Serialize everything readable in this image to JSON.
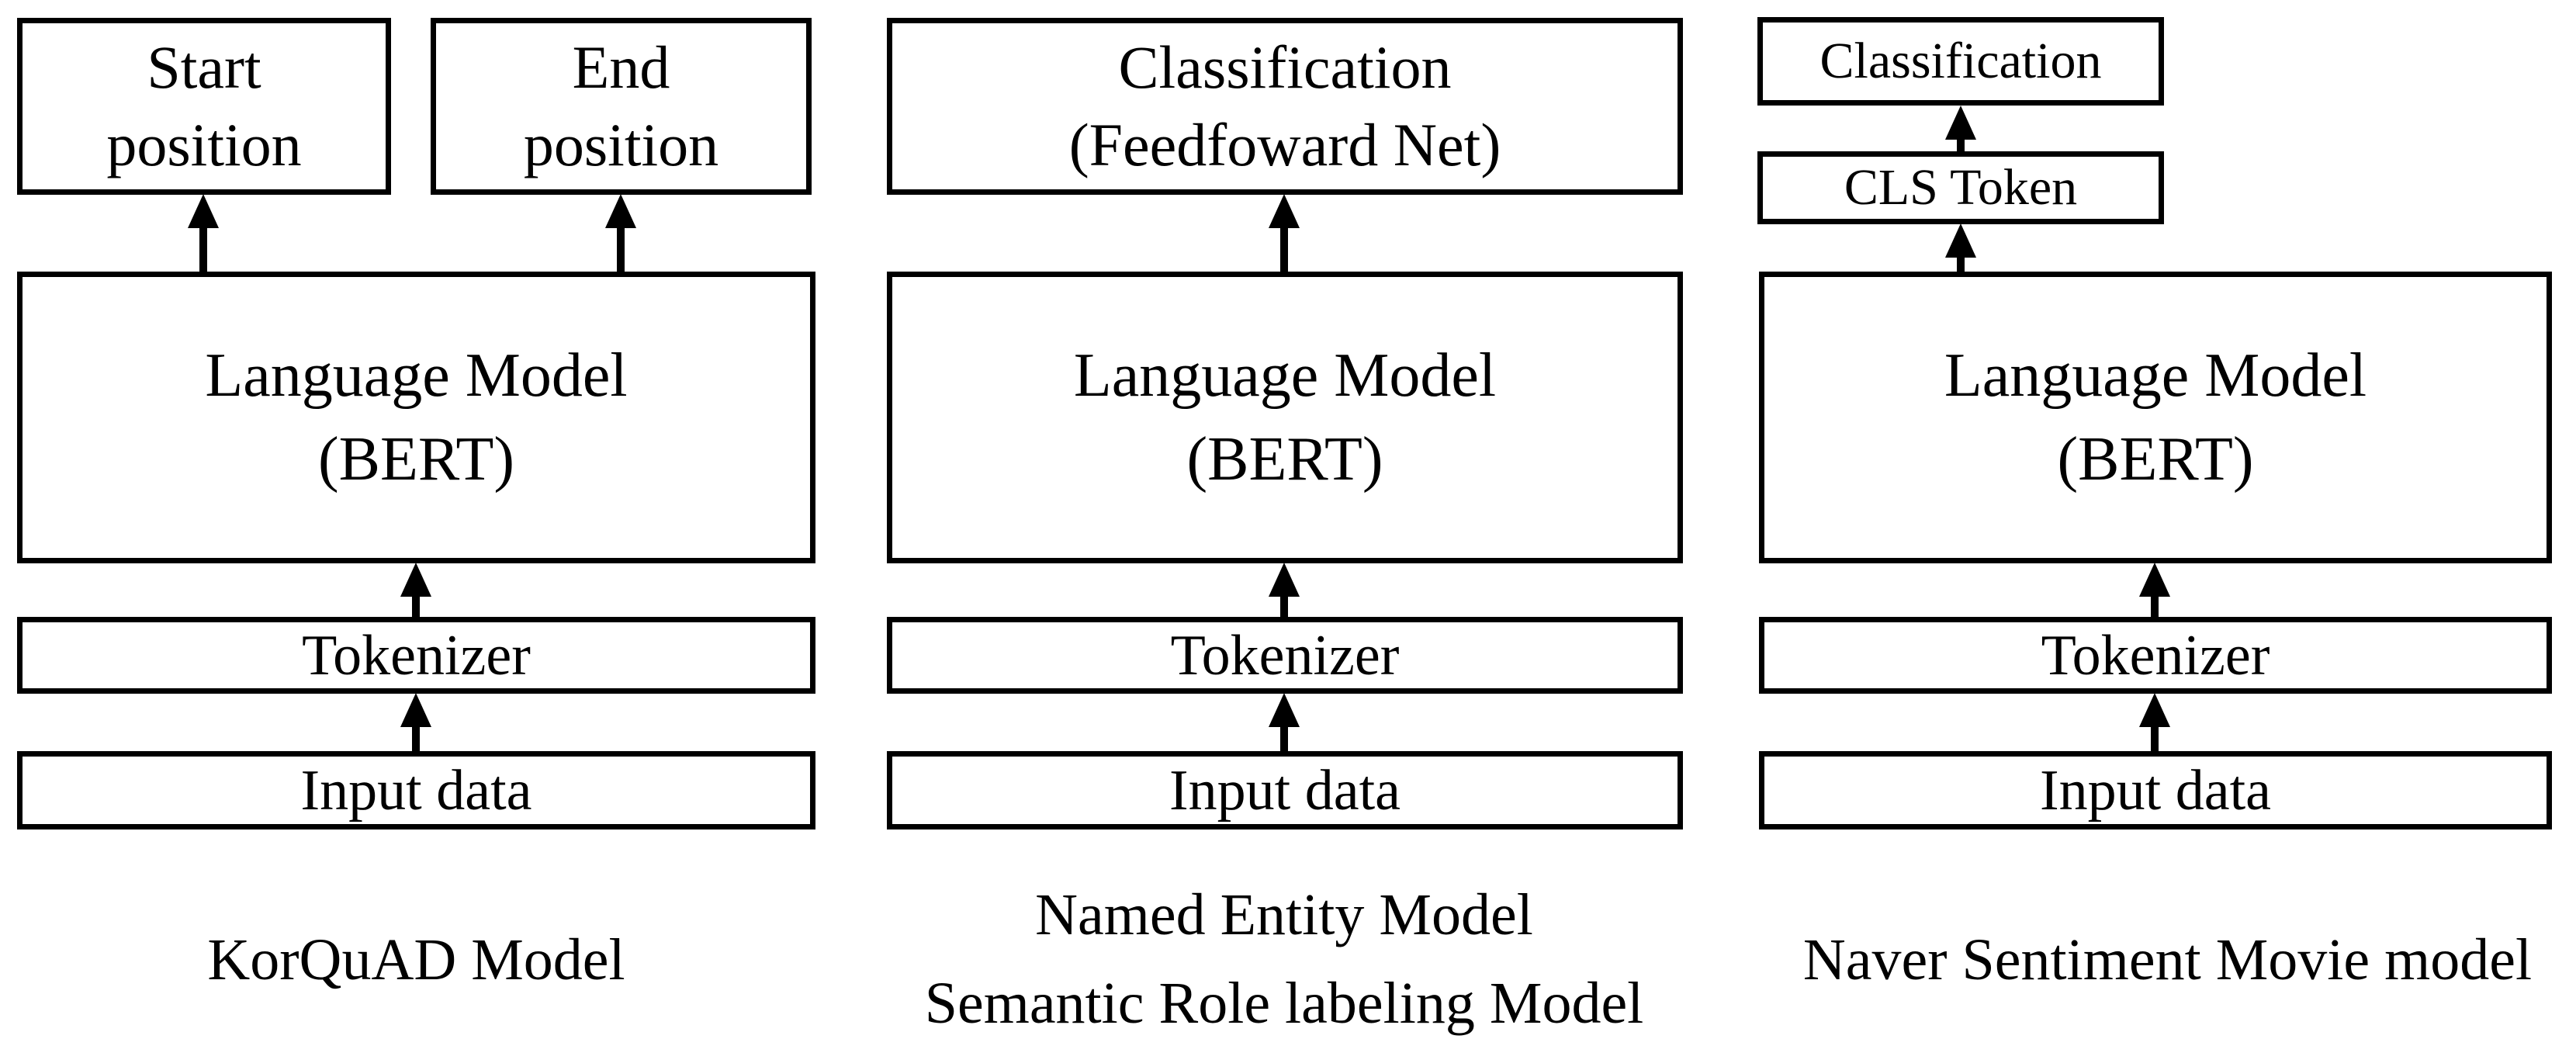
{
  "colors": {
    "background": "#ffffff",
    "line": "#000000"
  },
  "columns": {
    "korquad": {
      "caption": "KorQuAD Model",
      "start_box": {
        "line1": "Start",
        "line2": "position"
      },
      "end_box": {
        "line1": "End",
        "line2": "position"
      },
      "language_model_box": {
        "line1": "Language Model",
        "line2": "(BERT)"
      },
      "tokenizer_box": "Tokenizer",
      "input_box": "Input data"
    },
    "ner_srl": {
      "caption_line1": "Named Entity Model",
      "caption_line2": "Semantic Role labeling Model",
      "classification_box": {
        "line1": "Classification",
        "line2": "(Feedfoward Net)"
      },
      "language_model_box": {
        "line1": "Language Model",
        "line2": "(BERT)"
      },
      "tokenizer_box": "Tokenizer",
      "input_box": "Input data"
    },
    "naver_sentiment": {
      "caption": "Naver Sentiment Movie model",
      "classification_box": "Classification",
      "cls_token_box": "CLS Token",
      "language_model_box": {
        "line1": "Language Model",
        "line2": "(BERT)"
      },
      "tokenizer_box": "Tokenizer",
      "input_box": "Input data"
    }
  }
}
